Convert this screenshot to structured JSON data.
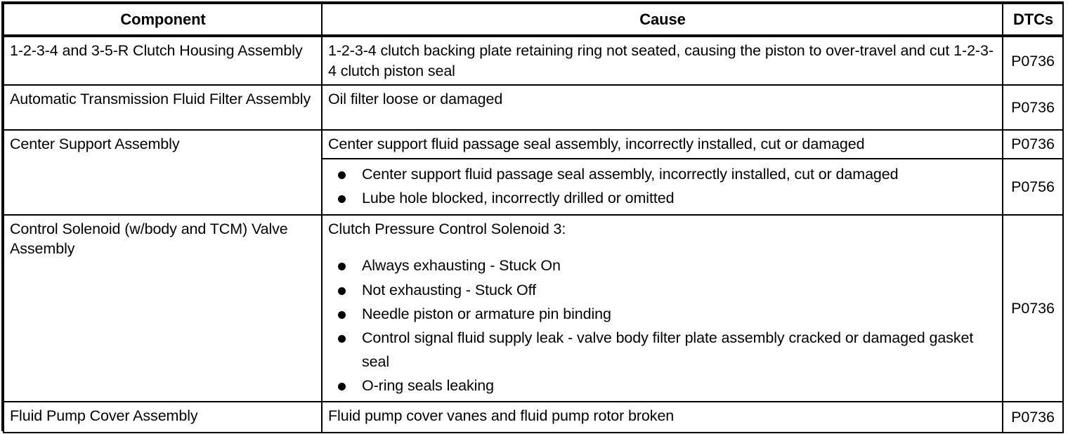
{
  "table": {
    "columns": [
      {
        "key": "component",
        "label": "Component"
      },
      {
        "key": "cause",
        "label": "Cause"
      },
      {
        "key": "dtcs",
        "label": "DTCs"
      }
    ],
    "rows": [
      {
        "component": "1-2-3-4 and 3-5-R Clutch Housing Assembly",
        "cause": "1-2-3-4 clutch backing plate retaining ring not seated, causing the piston to over-travel and cut 1-2-3-4 clutch piston seal",
        "dtcs": "P0736"
      },
      {
        "component": "Automatic Transmission Fluid Filter Assembly",
        "cause": "Oil filter loose or damaged",
        "dtcs": "P0736"
      },
      {
        "component": "Center Support Assembly",
        "cause": "Center support fluid passage seal assembly, incorrectly installed, cut or damaged",
        "dtcs": "P0736"
      },
      {
        "component": "",
        "cause_bullets": [
          "Center support fluid passage seal assembly, incorrectly installed, cut or damaged",
          "Lube hole blocked, incorrectly drilled or omitted"
        ],
        "dtcs": "P0756"
      },
      {
        "component": "Control Solenoid (w/body and TCM) Valve Assembly",
        "cause_lead": "Clutch Pressure Control Solenoid 3:",
        "cause_bullets": [
          "Always exhausting - Stuck On",
          "Not exhausting - Stuck Off",
          "Needle piston or armature pin binding",
          "Control signal fluid supply leak - valve body filter plate assembly cracked or damaged gasket seal",
          "O-ring seals leaking"
        ],
        "dtcs": "P0736"
      },
      {
        "component": "Fluid Pump Cover Assembly",
        "cause": "Fluid pump cover vanes and fluid pump rotor broken",
        "dtcs": "P0736"
      }
    ]
  },
  "colors": {
    "border": "#000000",
    "text": "#000000",
    "background": "#ffffff"
  }
}
